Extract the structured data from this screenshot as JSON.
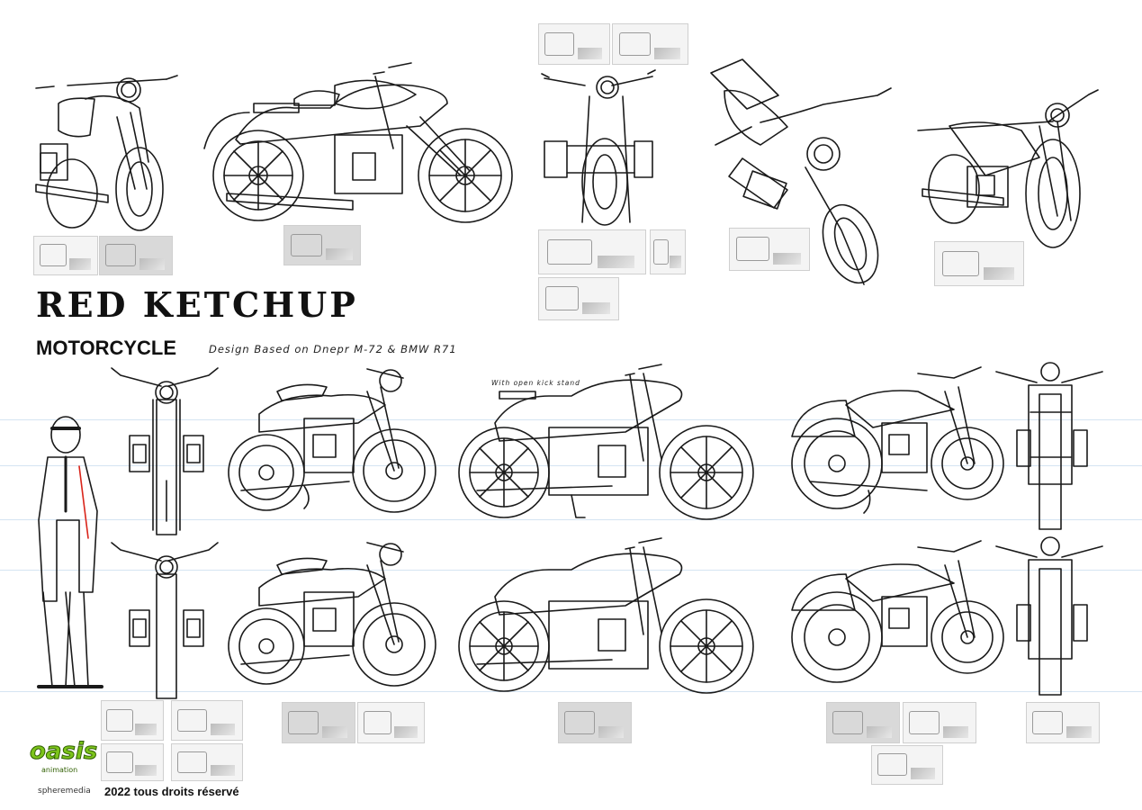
{
  "sheet": {
    "title": "RED KETCHUP",
    "subtitle": "MOTORCYCLE",
    "design_note": "Design Based on Dnepr M-72 & BMW R71",
    "kickstand_note": "With open kick stand",
    "footer": {
      "logo_text": "oasis",
      "logo_sub": "animation",
      "partner": "spheremedia",
      "copyright": "2022 tous droits réservé"
    }
  }
}
